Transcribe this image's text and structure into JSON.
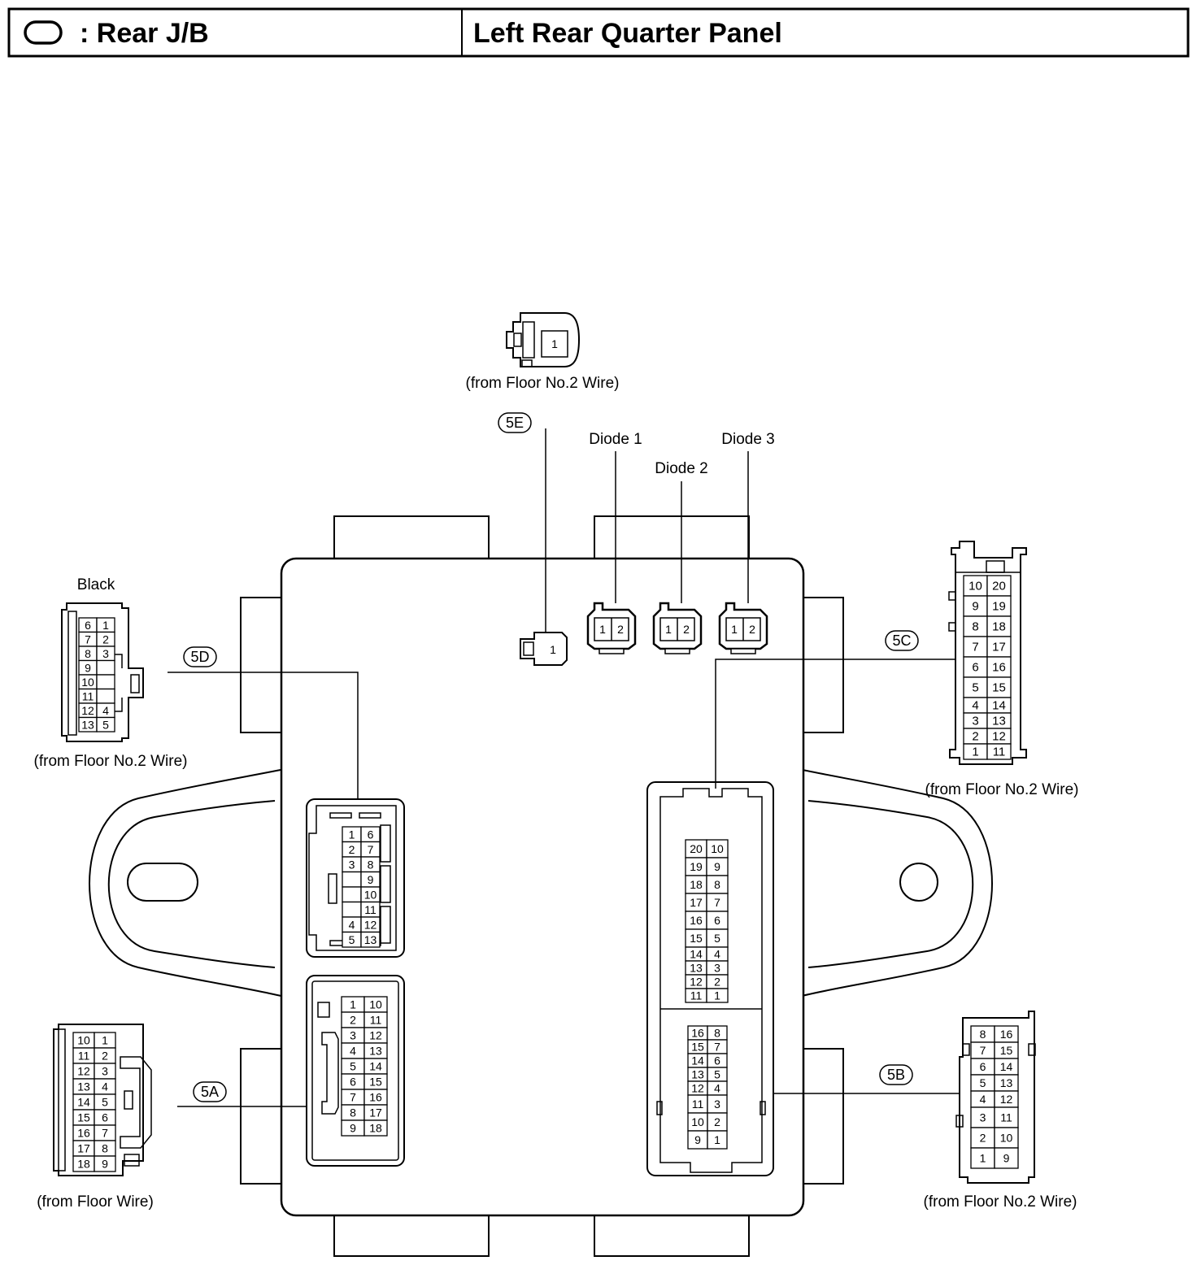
{
  "header": {
    "symbol_icon": "rounded-rectangle-icon",
    "title": ": Rear J/B",
    "location": "Left Rear Quarter Panel"
  },
  "connectors": {
    "c5A": {
      "code": "5A",
      "source": "(from Floor Wire)",
      "pins": [
        [
          "10",
          "1"
        ],
        [
          "11",
          "2"
        ],
        [
          "12",
          "3"
        ],
        [
          "13",
          "4"
        ],
        [
          "14",
          "5"
        ],
        [
          "15",
          "6"
        ],
        [
          "16",
          "7"
        ],
        [
          "17",
          "8"
        ],
        [
          "18",
          "9"
        ]
      ]
    },
    "c5B": {
      "code": "5B",
      "source": "(from Floor No.2 Wire)",
      "pins": [
        [
          "8",
          "16"
        ],
        [
          "7",
          "15"
        ],
        [
          "6",
          "14"
        ],
        [
          "5",
          "13"
        ],
        [
          "4",
          "12"
        ],
        [
          "3",
          "11"
        ],
        [
          "2",
          "10"
        ],
        [
          "1",
          "9"
        ]
      ]
    },
    "c5C": {
      "code": "5C",
      "source": "(from Floor No.2 Wire)",
      "pins": [
        [
          "10",
          "20"
        ],
        [
          "9",
          "19"
        ],
        [
          "8",
          "18"
        ],
        [
          "7",
          "17"
        ],
        [
          "6",
          "16"
        ],
        [
          "5",
          "15"
        ],
        [
          "4",
          "14"
        ],
        [
          "3",
          "13"
        ],
        [
          "2",
          "12"
        ],
        [
          "1",
          "11"
        ]
      ]
    },
    "c5D": {
      "code": "5D",
      "source": "(from Floor No.2 Wire)",
      "color": "Black",
      "pins": [
        [
          "6",
          "1"
        ],
        [
          "7",
          "2"
        ],
        [
          "8",
          "3"
        ],
        [
          "9",
          ""
        ],
        [
          "10",
          ""
        ],
        [
          "11",
          ""
        ],
        [
          "12",
          "4"
        ],
        [
          "13",
          "5"
        ]
      ]
    },
    "c5E": {
      "code": "5E",
      "source": "(from Floor No.2 Wire)",
      "pins": [
        "1"
      ]
    }
  },
  "diodes": [
    {
      "name": "Diode 1",
      "pins": [
        "1",
        "2"
      ]
    },
    {
      "name": "Diode 2",
      "pins": [
        "1",
        "2"
      ]
    },
    {
      "name": "Diode 3",
      "pins": [
        "1",
        "2"
      ]
    }
  ],
  "junction_block_sockets": {
    "s5D": [
      [
        "1",
        "6"
      ],
      [
        "2",
        "7"
      ],
      [
        "3",
        "8"
      ],
      [
        "",
        "9"
      ],
      [
        "",
        "10"
      ],
      [
        "",
        "11"
      ],
      [
        "4",
        "12"
      ],
      [
        "5",
        "13"
      ]
    ],
    "s5A": [
      [
        "1",
        "10"
      ],
      [
        "2",
        "11"
      ],
      [
        "3",
        "12"
      ],
      [
        "4",
        "13"
      ],
      [
        "5",
        "14"
      ],
      [
        "6",
        "15"
      ],
      [
        "7",
        "16"
      ],
      [
        "8",
        "17"
      ],
      [
        "9",
        "18"
      ]
    ],
    "s5C": [
      [
        "20",
        "10"
      ],
      [
        "19",
        "9"
      ],
      [
        "18",
        "8"
      ],
      [
        "17",
        "7"
      ],
      [
        "16",
        "6"
      ],
      [
        "15",
        "5"
      ],
      [
        "14",
        "4"
      ],
      [
        "13",
        "3"
      ],
      [
        "12",
        "2"
      ],
      [
        "11",
        "1"
      ]
    ],
    "s5B": [
      [
        "16",
        "8"
      ],
      [
        "15",
        "7"
      ],
      [
        "14",
        "6"
      ],
      [
        "13",
        "5"
      ],
      [
        "12",
        "4"
      ],
      [
        "11",
        "3"
      ],
      [
        "10",
        "2"
      ],
      [
        "9",
        "1"
      ]
    ],
    "s5E": [
      "1"
    ]
  }
}
